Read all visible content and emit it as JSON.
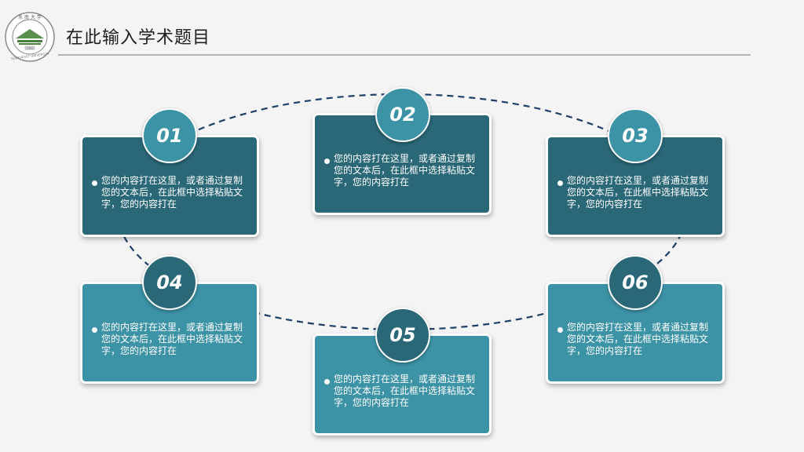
{
  "header": {
    "title": "在此输入学术题目",
    "logo": {
      "icon": "university-seal-icon",
      "text_top": "东 南 大 学",
      "text_side": "SOUTHEAST UNIVERSITY",
      "year": "1902"
    }
  },
  "colors": {
    "dark_teal": "#2a6878",
    "light_teal": "#3d93a6",
    "ring": "#1f3f66",
    "background": "#f4f4f5"
  },
  "items": [
    {
      "number": "01",
      "text": "您的内容打在这里，或者通过复制您的文本后，在此框中选择粘贴文字，您的内容打在"
    },
    {
      "number": "02",
      "text": "您的内容打在这里，或者通过复制您的文本后，在此框中选择粘贴文字，您的内容打在"
    },
    {
      "number": "03",
      "text": "您的内容打在这里，或者通过复制您的文本后，在此框中选择粘贴文字，您的内容打在"
    },
    {
      "number": "04",
      "text": "您的内容打在这里，或者通过复制您的文本后，在此框中选择粘贴文字，您的内容打在"
    },
    {
      "number": "05",
      "text": "您的内容打在这里，或者通过复制您的文本后，在此框中选择粘贴文字，您的内容打在"
    },
    {
      "number": "06",
      "text": "您的内容打在这里，或者通过复制您的文本后，在此框中选择粘贴文字，您的内容打在"
    }
  ]
}
